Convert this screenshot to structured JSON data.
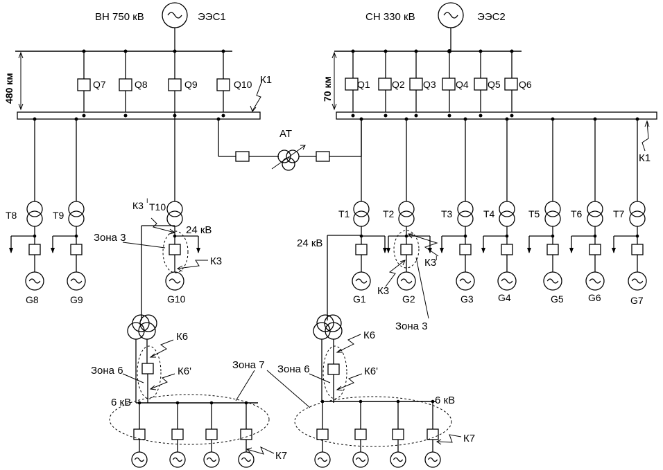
{
  "systems": {
    "hv_label": "ВН 750 кВ",
    "hv_system": "ЭЭС1",
    "mv_label": "СН 330 кВ",
    "mv_system": "ЭЭС2"
  },
  "lines": {
    "left_length": "480 км",
    "right_length": "70 км"
  },
  "switches": {
    "left": [
      "Q7",
      "Q8",
      "Q9",
      "Q10"
    ],
    "right": [
      "Q1",
      "Q2",
      "Q3",
      "Q4",
      "Q5",
      "Q6"
    ]
  },
  "autotransformer": "АТ",
  "transformers": {
    "left": [
      "T8",
      "T9",
      "T10"
    ],
    "right": [
      "T1",
      "T2",
      "T3",
      "T4",
      "T5",
      "T6",
      "T7"
    ]
  },
  "generators": {
    "left": [
      "G8",
      "G9",
      "G10"
    ],
    "right": [
      "G1",
      "G2",
      "G3",
      "G4",
      "G5",
      "G6",
      "G7"
    ]
  },
  "voltages": {
    "gen_left": "24 кВ",
    "gen_right": "24 кВ",
    "aux_left": "6 кВ",
    "aux_right": "6 кВ"
  },
  "faults": {
    "k1_left": "К1",
    "k1_right": "К1",
    "k3_prime_left": "К3",
    "k3_left": "К3",
    "k3_right": "К3",
    "k3_prime_right": "К3",
    "prime_mark": "I",
    "k6_left": "К6",
    "k6_prime_left": "К6'",
    "k6_right": "К6",
    "k6_prime_right": "К6'",
    "k7_left": "К7",
    "k7_right": "К7"
  },
  "zones": {
    "zone3_left": "Зона 3",
    "zone3_right": "Зона 3",
    "zone6_left": "Зона 6",
    "zone6_right": "Зона 6",
    "zone7": "Зона 7"
  }
}
